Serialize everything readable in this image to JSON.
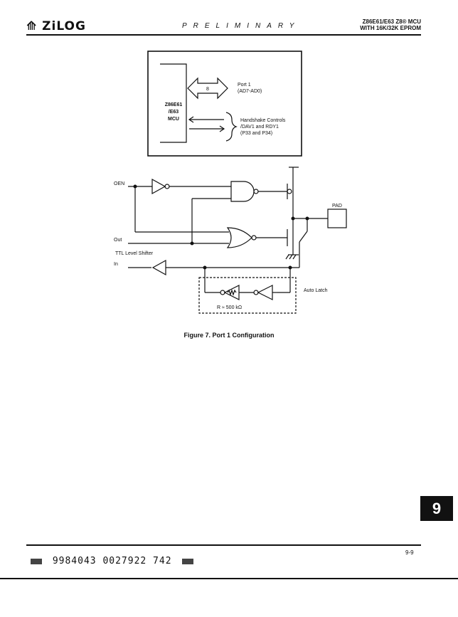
{
  "header": {
    "logo": "ZiLOG",
    "preliminary": "PRELIMINARY",
    "title_line1": "Z86E61/E63 Z8® MCU",
    "title_line2": "WITH 16K/32K EPROM"
  },
  "block_diagram": {
    "chip_label_1": "Z86E61",
    "chip_label_2": "/E63",
    "chip_label_3": "MCU",
    "bus_width": "8",
    "port_label": "Port 1",
    "port_pins": "(AD7-AD0)",
    "handshake_1": "Handshake Controls",
    "handshake_2": "/DAV1 and RDY1",
    "handshake_3": "(P33 and P34)"
  },
  "circuit": {
    "oen": "OEN",
    "out": "Out",
    "in": "In",
    "ttl": "TTL Level Shifter",
    "pad": "PAD",
    "auto_latch": "Auto Latch",
    "resistor": "R ≈ 500 kΩ"
  },
  "caption": "Figure 7.  Port 1 Configuration",
  "side_tab": "9",
  "page_number": "9-9",
  "barcode_text": "9984043 0027922 742"
}
